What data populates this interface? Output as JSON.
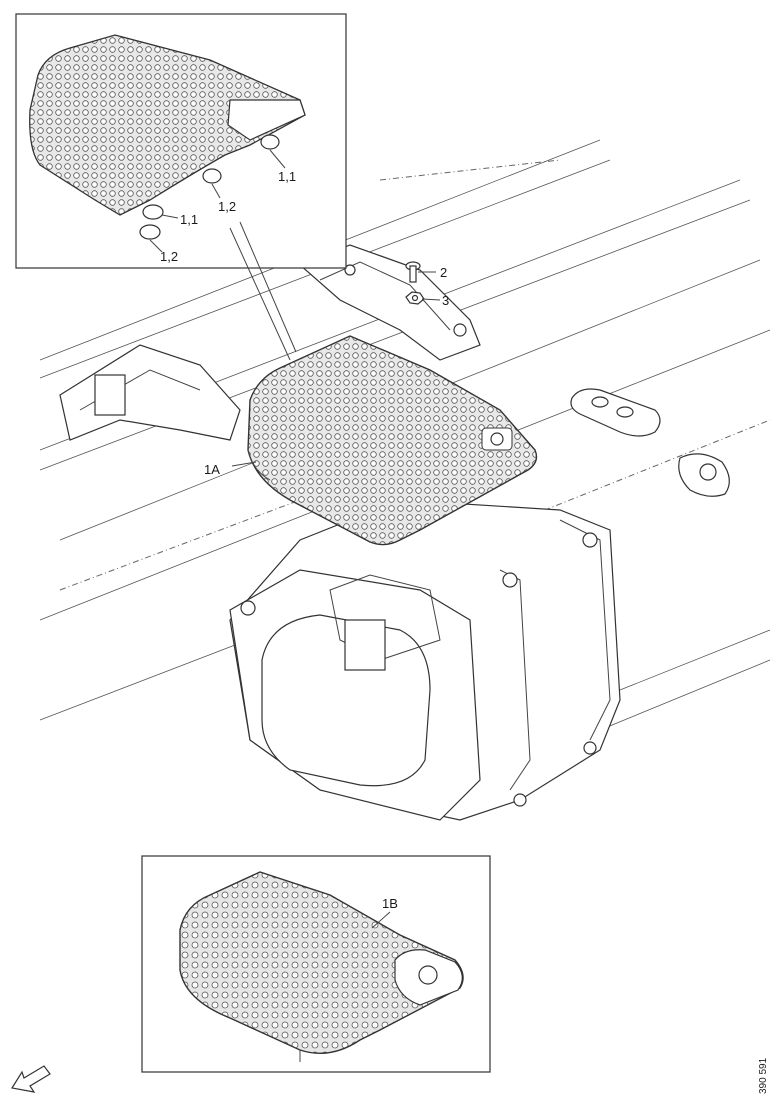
{
  "callouts": {
    "c_1_1_top": "1,1",
    "c_1_2_mid": "1,2",
    "c_1_1_left": "1,1",
    "c_1_2_left": "1,2",
    "c_2": "2",
    "c_3": "3",
    "c_1A": "1A",
    "c_1B": "1B"
  },
  "figure_id": "390 591",
  "icons": {
    "orientation_arrow": "front-direction-arrow-icon"
  }
}
